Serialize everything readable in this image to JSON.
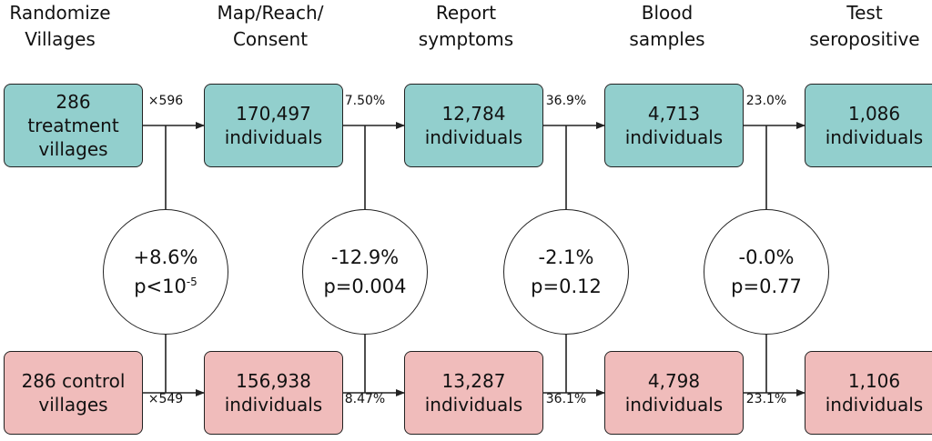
{
  "stages": [
    {
      "header": [
        "Randomize",
        "Villages"
      ]
    },
    {
      "header": [
        "Map/Reach/",
        "Consent"
      ]
    },
    {
      "header": [
        "Report",
        "symptoms"
      ]
    },
    {
      "header": [
        "Blood",
        "samples"
      ]
    },
    {
      "header": [
        "Test",
        "seropositive"
      ]
    }
  ],
  "treatment": {
    "color": "#92cfcd",
    "boxes": [
      [
        "286",
        "treatment",
        "villages"
      ],
      [
        "170,497",
        "individuals"
      ],
      [
        "12,784",
        "individuals"
      ],
      [
        "4,713",
        "individuals"
      ],
      [
        "1,086",
        "individuals"
      ]
    ],
    "rates": [
      "×596",
      "7.50%",
      "36.9%",
      "23.0%"
    ]
  },
  "control": {
    "color": "#f0bcbb",
    "boxes": [
      [
        "286 control",
        "villages"
      ],
      [
        "156,938",
        "individuals"
      ],
      [
        "13,287",
        "individuals"
      ],
      [
        "4,798",
        "individuals"
      ],
      [
        "1,106",
        "individuals"
      ]
    ],
    "rates": [
      "×549",
      "8.47%",
      "36.1%",
      "23.1%"
    ]
  },
  "comparisons": [
    {
      "effect": "+8.6%",
      "p_text": "p<10",
      "p_exp": "-5"
    },
    {
      "effect": "-12.9%",
      "p_text": "p=0.004",
      "p_exp": ""
    },
    {
      "effect": "-2.1%",
      "p_text": "p=0.12",
      "p_exp": ""
    },
    {
      "effect": "-0.0%",
      "p_text": "p=0.77",
      "p_exp": ""
    }
  ]
}
